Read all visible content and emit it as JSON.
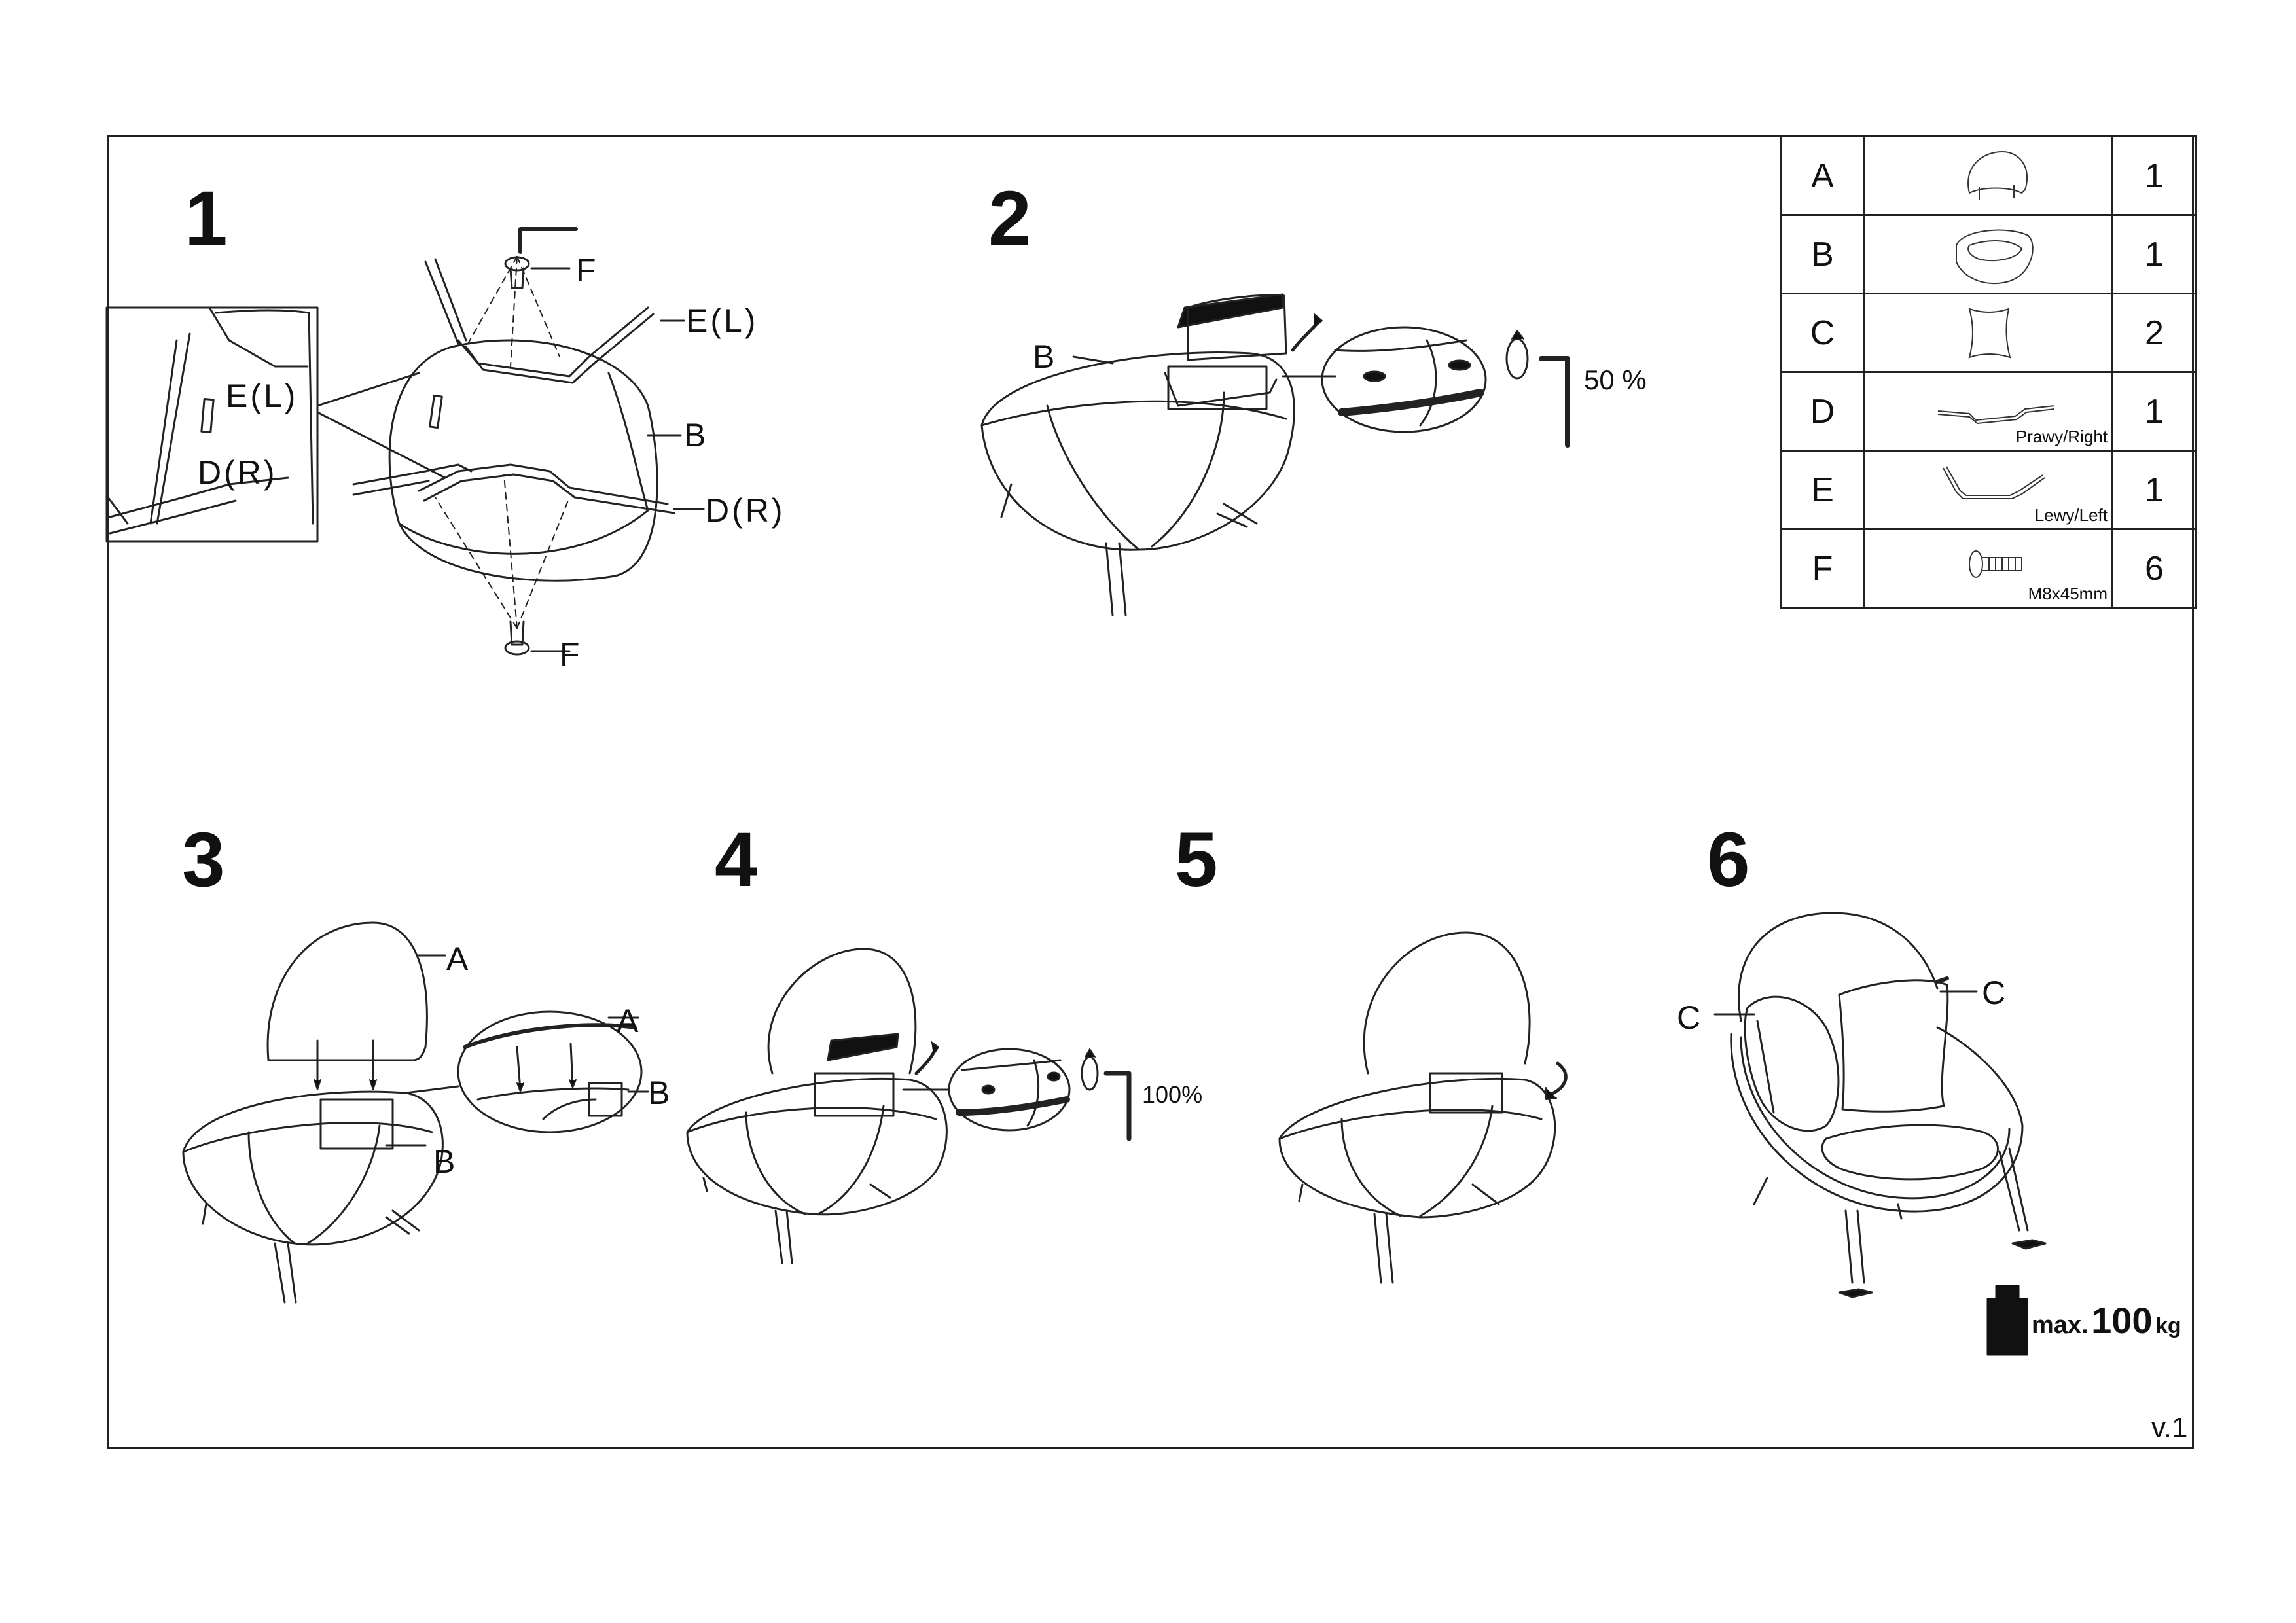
{
  "steps": {
    "s1": "1",
    "s2": "2",
    "s3": "3",
    "s4": "4",
    "s5": "5",
    "s6": "6"
  },
  "labels": {
    "step1": {
      "f_top": "F",
      "e_l": "E(L)",
      "b": "B",
      "d_r": "D(R)",
      "f_bottom": "F",
      "inset_e_l": "E(L)",
      "inset_d_r": "D(R)"
    },
    "step2": {
      "b": "B",
      "torque": "50 %"
    },
    "step3": {
      "a": "A",
      "b": "B",
      "detail_a": "A",
      "detail_b": "B"
    },
    "step4": {
      "torque": "100%"
    },
    "step6": {
      "c_left": "C",
      "c_right": "C"
    }
  },
  "weight": {
    "prefix": "max.",
    "value": "100",
    "unit": "kg"
  },
  "parts_table": [
    {
      "letter": "A",
      "icon": "backrest-shell-icon",
      "note": "",
      "qty": "1"
    },
    {
      "letter": "B",
      "icon": "seat-bowl-icon",
      "note": "",
      "qty": "1"
    },
    {
      "letter": "C",
      "icon": "cushion-icon",
      "note": "",
      "qty": "2"
    },
    {
      "letter": "D",
      "icon": "leg-frame-right-icon",
      "note": "Prawy/Right",
      "qty": "1"
    },
    {
      "letter": "E",
      "icon": "leg-frame-left-icon",
      "note": "Lewy/Left",
      "qty": "1"
    },
    {
      "letter": "F",
      "icon": "bolt-icon",
      "note": "M8x45mm",
      "qty": "6"
    }
  ],
  "version": "v.1"
}
